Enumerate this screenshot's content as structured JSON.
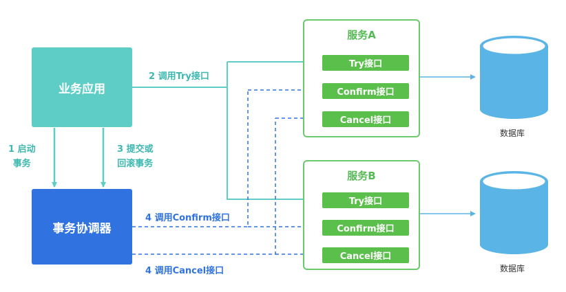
{
  "nodes": {
    "business_app": "业务应用",
    "coordinator": "事务协调器"
  },
  "services": [
    {
      "title": "服务A",
      "interfaces": [
        "Try接口",
        "Confirm接口",
        "Cancel接口"
      ]
    },
    {
      "title": "服务B",
      "interfaces": [
        "Try接口",
        "Confirm接口",
        "Cancel接口"
      ]
    }
  ],
  "edges": {
    "start": [
      "1 启动",
      "事务"
    ],
    "commit": [
      "3 提交或",
      "回滚事务"
    ],
    "try": "2 调用Try接口",
    "confirm": "4 调用Confirm接口",
    "cancel": "4 调用Cancel接口"
  },
  "databases": [
    {
      "label": "数据库"
    },
    {
      "label": "数据库"
    }
  ],
  "colors": {
    "teal": "#5ecdc6",
    "blue": "#2f72e0",
    "green": "#5bbf4b",
    "db": "#5ab5e6"
  }
}
